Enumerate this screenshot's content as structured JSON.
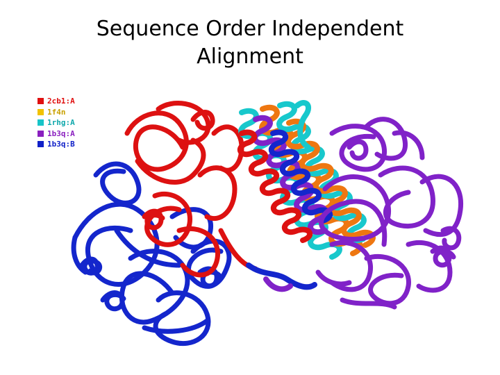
{
  "title": {
    "line1": "Sequence Order Independent",
    "line2": "Alignment"
  },
  "legend": [
    {
      "label": "2cb1:A",
      "color": "#e01010",
      "text_color": "#e01010"
    },
    {
      "label": "1f4n",
      "color": "#f2c200",
      "text_color": "#c9a100"
    },
    {
      "label": "1rhg:A",
      "color": "#17c4c8",
      "text_color": "#10a8ac"
    },
    {
      "label": "1b3q:A",
      "color": "#8a1fbf",
      "text_color": "#8a1fbf"
    },
    {
      "label": "1b3q:B",
      "color": "#1020c8",
      "text_color": "#1020c8"
    }
  ],
  "colors": {
    "red": "#dd1111",
    "orange": "#ee7711",
    "cyan": "#18c8cc",
    "purple": "#8022c8",
    "blue": "#1426cc"
  }
}
